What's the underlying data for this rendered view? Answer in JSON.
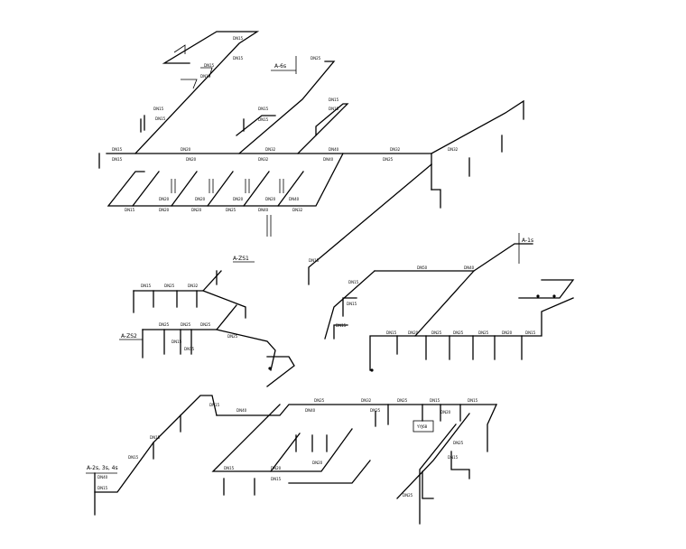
{
  "diagram": {
    "system_tags": [
      "A-6s",
      "A-1s",
      "A-ZS1",
      "A-ZS2",
      "A-2s, 3s, 4s"
    ],
    "pipe_sizes": [
      "DN15",
      "DN20",
      "DN25",
      "DN32",
      "DN40",
      "DN50"
    ],
    "equipment": [
      "YYJ68"
    ]
  }
}
